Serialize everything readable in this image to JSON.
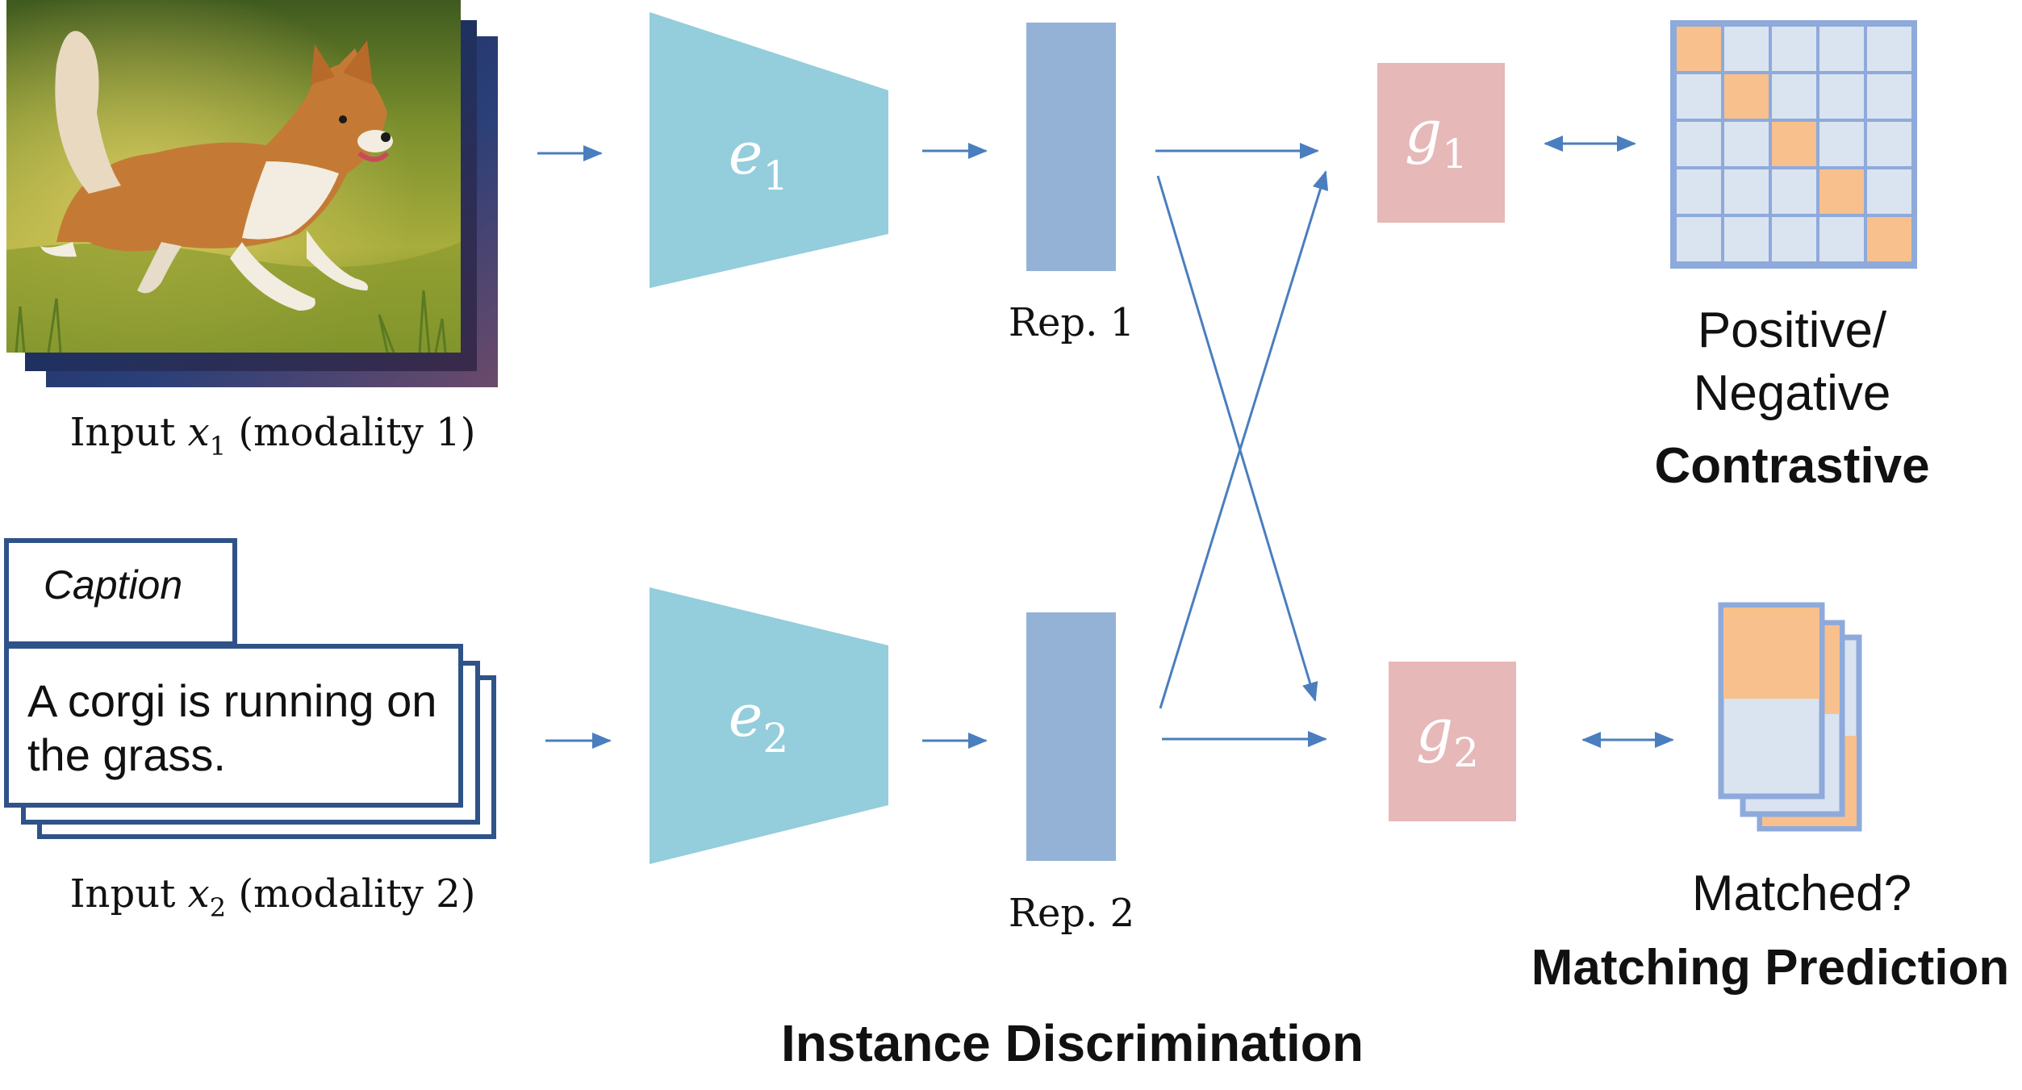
{
  "input1": {
    "prefix": "Input ",
    "var": "x",
    "sub": "1",
    "suffix": " (modality 1)"
  },
  "input2": {
    "prefix": "Input ",
    "var": "x",
    "sub": "2",
    "suffix": " (modality 2)",
    "caption_tab": "Caption",
    "caption_line1": "A corgi is running on",
    "caption_line2": "the grass."
  },
  "encoders": {
    "e1_var": "e",
    "e1_sub": "1",
    "e2_var": "e",
    "e2_sub": "2"
  },
  "reps": {
    "rep1": "Rep. 1",
    "rep2": "Rep. 2"
  },
  "heads": {
    "g1_var": "g",
    "g1_sub": "1",
    "g2_var": "g",
    "g2_sub": "2"
  },
  "outputs": {
    "contrastive_line1": "Positive/",
    "contrastive_line2": "Negative",
    "contrastive_title": "Contrastive",
    "matching_line1": "Matched?",
    "matching_title": "Matching Prediction"
  },
  "footer": {
    "title": "Instance Discrimination"
  },
  "colors": {
    "arrow": "#4a7ebf",
    "encoder": "#94cddb",
    "rep": "#94b2d6",
    "head": "#e6b8b7",
    "grid_bg": "#dae3f0",
    "grid_border": "#8eaadb",
    "grid_highlight": "#f8c08c",
    "caption_border": "#2f5388"
  }
}
